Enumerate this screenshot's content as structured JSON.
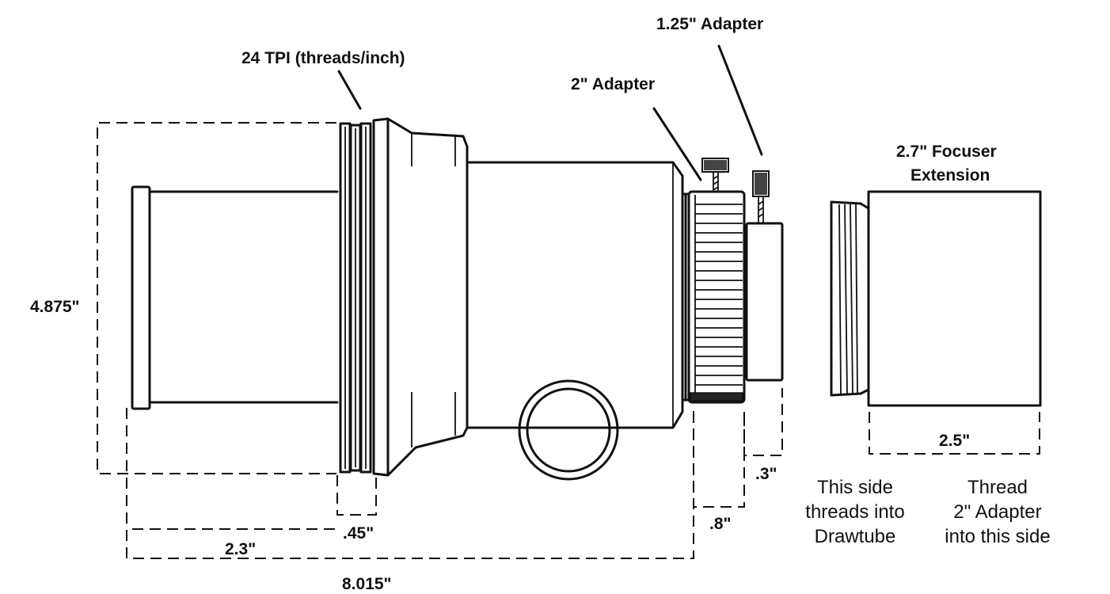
{
  "labels": {
    "tpi": "24 TPI (threads/inch)",
    "adapter_125": "1.25\" Adapter",
    "adapter_2": "2\" Adapter",
    "extension_line1": "2.7\" Focuser",
    "extension_line2": "Extension",
    "height": "4.875\"",
    "dim_ext": "2.5\"",
    "dim_125": ".3\"",
    "dim_2": ".8\"",
    "dim_thread": ".45\"",
    "dim_23": "2.3\"",
    "dim_total": "8.015\"",
    "note_left": [
      "This side",
      "threads into",
      "Drawtube"
    ],
    "note_right": [
      "Thread",
      "2\" Adapter",
      "into this side"
    ]
  }
}
